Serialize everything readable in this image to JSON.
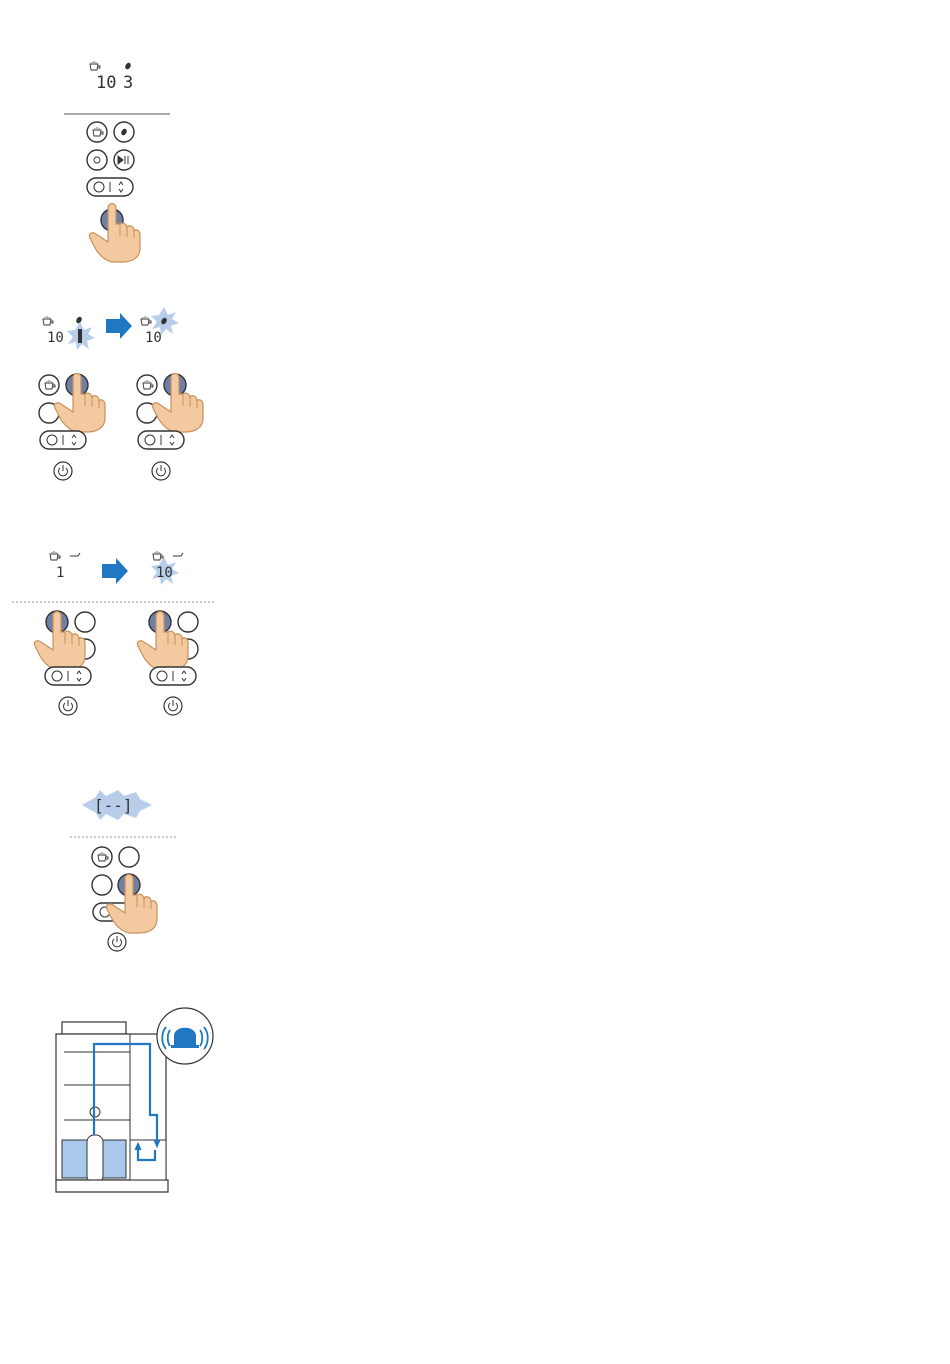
{
  "step1": {
    "display": {
      "cups_value": "10",
      "strength_value": "3"
    }
  },
  "step2": {
    "display_before": {
      "cups_value": "10"
    },
    "display_after": {
      "cups_value": "10"
    }
  },
  "step3": {
    "display_before": {
      "value": "1"
    },
    "display_after": {
      "value": "10"
    }
  },
  "step4": {
    "display": {
      "value": "[--]"
    }
  },
  "colors": {
    "accent": "#1f78c1",
    "finger": "#f3c9a0",
    "button_pressed": "#6f7fa6",
    "water": "#a9c9ec",
    "flash": "#b8cdea"
  },
  "icons": [
    "cup-icon",
    "bean-icon",
    "grind-icon",
    "play-pause-icon",
    "clock-icon",
    "updown-icon",
    "power-icon",
    "bell-icon",
    "arrow-right-icon",
    "hand-pointer-icon"
  ]
}
